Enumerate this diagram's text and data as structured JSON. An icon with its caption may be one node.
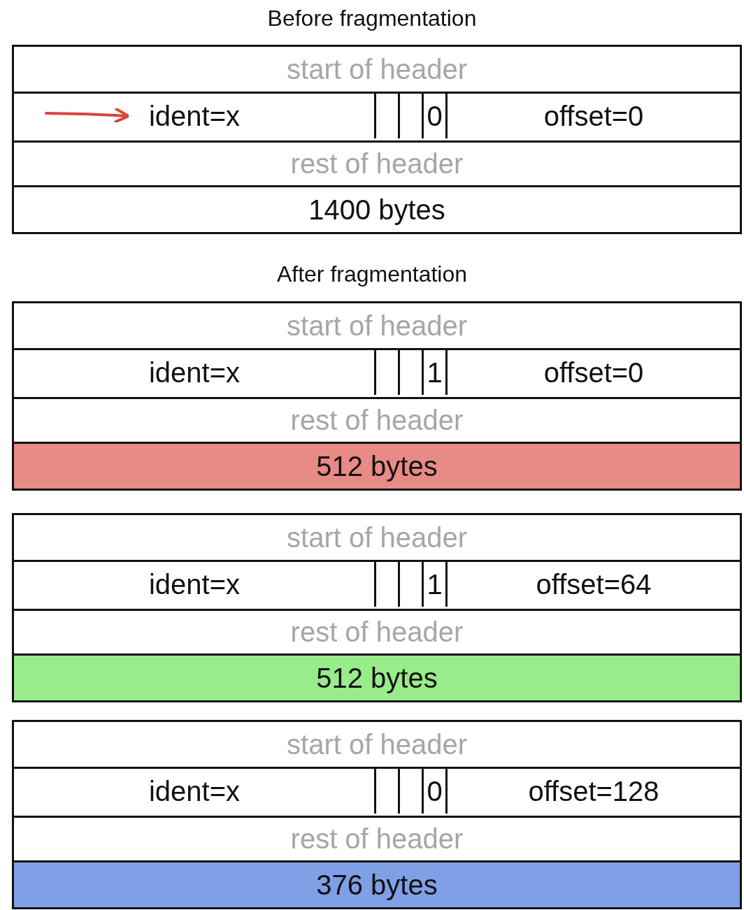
{
  "diagram": {
    "nodes": [
      {
        "text": [],
        "shape": "box"
      },
      {
        "text": [
          "start of header"
        ],
        "in": 0
      },
      {
        "text": [
          "ident=x"
        ],
        "in": 0
      },
      {
        "text": [],
        "shape": "box",
        "in": 0
      },
      {
        "text": [],
        "shape": "box",
        "in": 0
      },
      {
        "text": [
          "0"
        ],
        "in": 0
      },
      {
        "text": [
          "offset=0"
        ],
        "in": 0
      },
      {
        "text": [
          "rest of header"
        ],
        "in": 0
      },
      {
        "text": [
          "1400 bytes"
        ],
        "in": 0
      },
      {
        "text": [],
        "shape": "box"
      },
      {
        "text": [
          "start of header"
        ],
        "in": 9
      },
      {
        "text": [
          "ident=x"
        ],
        "in": 9
      },
      {
        "text": [],
        "shape": "box",
        "in": 9
      },
      {
        "text": [],
        "shape": "box",
        "in": 9
      },
      {
        "text": [
          "1"
        ],
        "in": 9
      },
      {
        "text": [
          "offset=0"
        ],
        "in": 9
      },
      {
        "text": [
          "rest of header"
        ],
        "in": 9
      },
      {
        "text": [
          "512 bytes"
        ],
        "in": 9
      },
      {
        "text": [],
        "shape": "box"
      },
      {
        "text": [
          "start of header"
        ],
        "in": 18
      },
      {
        "text": [
          "ident=x"
        ],
        "in": 18
      },
      {
        "text": [],
        "shape": "box",
        "in": 18
      },
      {
        "text": [],
        "shape": "box",
        "in": 18
      },
      {
        "text": [
          "1"
        ],
        "in": 18
      },
      {
        "text": [
          "offset=64"
        ],
        "in": 18
      },
      {
        "text": [
          "rest of header"
        ],
        "in": 18
      },
      {
        "text": [
          "512 bytes"
        ],
        "in": 18
      },
      {
        "text": [],
        "shape": "box"
      },
      {
        "text": [
          "start of header"
        ],
        "in": 27
      },
      {
        "text": [
          "ident=x"
        ],
        "in": 27
      },
      {
        "text": [],
        "shape": "box",
        "in": 27
      },
      {
        "text": [],
        "shape": "box",
        "in": 27
      },
      {
        "text": [
          "0"
        ],
        "in": 27
      },
      {
        "text": [
          "offset=128"
        ],
        "in": 27
      },
      {
        "text": [
          "rest of header"
        ],
        "in": 27
      },
      {
        "text": [
          "376 bytes"
        ],
        "in": 27
      }
    ],
    "edges": [
      {
        "from": null,
        "to": 2,
        "arrow": "to",
        "color": "#d8453b"
      }
    ],
    "labels": [
      "Before fragmentation",
      "After fragmentation"
    ]
  }
}
